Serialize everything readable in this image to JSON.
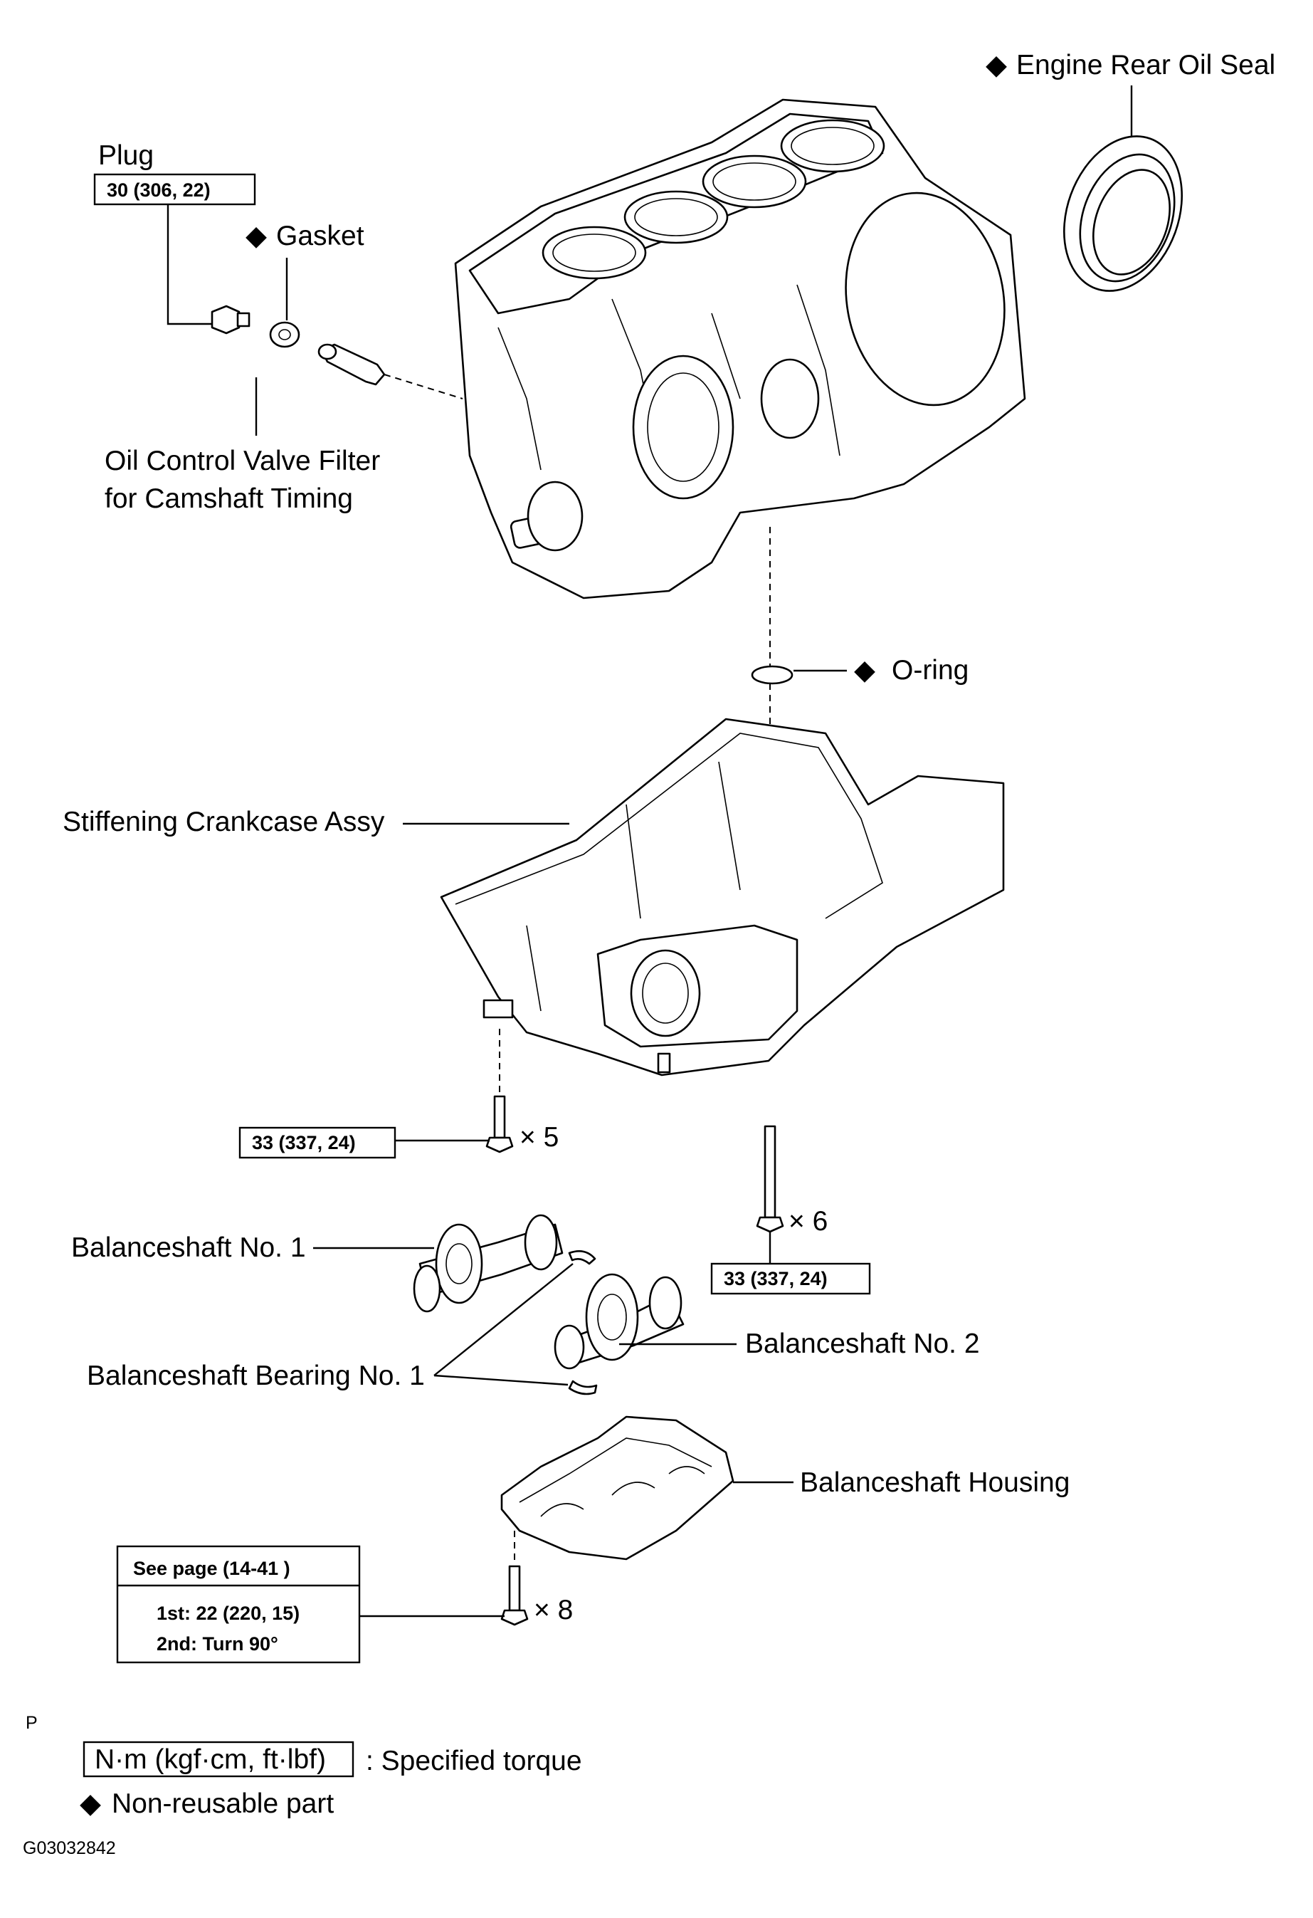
{
  "labels": {
    "engine_rear_oil_seal": "Engine Rear Oil Seal",
    "plug": "Plug",
    "gasket": "Gasket",
    "oil_control_valve_filter_line1": "Oil Control Valve Filter",
    "oil_control_valve_filter_line2": "for Camshaft Timing",
    "o_ring": "O-ring",
    "stiffening_crankcase": "Stiffening Crankcase Assy",
    "balanceshaft_no1": "Balanceshaft No. 1",
    "balanceshaft_no2": "Balanceshaft No. 2",
    "balanceshaft_bearing": "Balanceshaft Bearing No. 1",
    "balanceshaft_housing": "Balanceshaft Housing"
  },
  "torques": {
    "plug": "30 (306, 22)",
    "crankcase_bolts_a": "33 (337, 24)",
    "crankcase_bolts_b": "33 (337, 24)",
    "housing_header": "See page (14-41 )",
    "housing_first": "1st: 22 (220, 15)",
    "housing_second": "2nd: Turn 90°"
  },
  "quantities": {
    "crankcase_bolts_a": "× 5",
    "crankcase_bolts_b": "× 6",
    "housing_bolts": "× 8"
  },
  "legend": {
    "marker": "P",
    "unit": "N·m (kgf·cm, ft·lbf)",
    "unit_desc": ": Specified torque",
    "nonreusable": "Non-reusable part"
  },
  "symbols": {
    "nonreusable_marker": "◆"
  },
  "figure_id": "G03032842"
}
